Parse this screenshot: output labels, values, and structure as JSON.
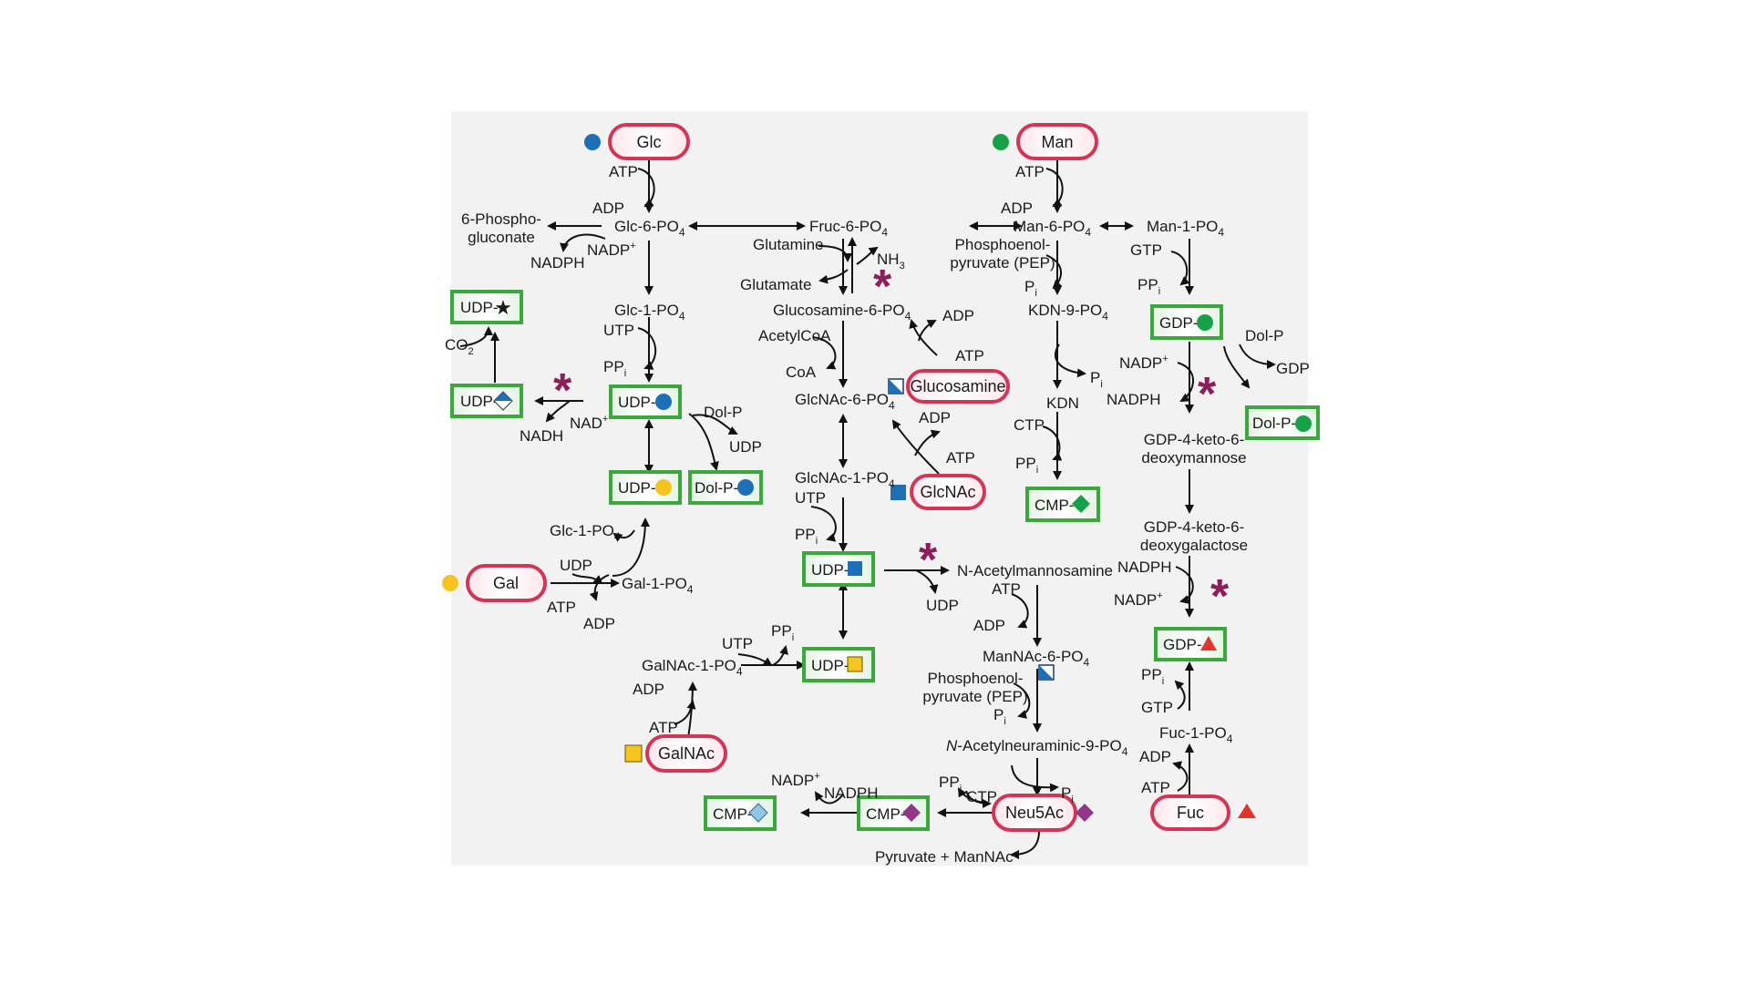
{
  "colors": {
    "background": "#f2f2f2",
    "free_sugar_border": "#d63454",
    "activated_sugar_border": "#3aa83a",
    "regulation_star": "#8a1f5a",
    "glc_blue": "#1d6fb8",
    "man_green": "#17a24a",
    "gal_yellow": "#f5c41e",
    "fuc_red": "#e3342b",
    "neu5ac_purple": "#92368a",
    "kdn_green": "#17a24a",
    "neu5gc_lightblue": "#8fc6e8",
    "xyl_orange": "#ef7f21"
  },
  "free_sugars": {
    "glc": "Glc",
    "man": "Man",
    "gal": "Gal",
    "glcnac": "GlcNAc",
    "glucosamine": "Glucosamine",
    "galnac": "GalNAc",
    "neu5ac": "Neu5Ac",
    "fuc": "Fuc"
  },
  "activated_sugars": {
    "udp_xyl": "UDP-",
    "udp_glca": "UDP-",
    "udp_glc": "UDP-",
    "udp_gal": "UDP-",
    "dolp_glc": "Dol-P-",
    "udp_glcnac": "UDP-",
    "udp_galnac": "UDP-",
    "gdp_man": "GDP-",
    "dolp_man": "Dol-P-",
    "cmp_kdn": "CMP-",
    "gdp_fuc": "GDP-",
    "cmp_neu5ac": "CMP-",
    "cmp_neu5gc": "CMP-"
  },
  "metabolites": {
    "glc6p": "Glc-6-PO",
    "fruc6p": "Fruc-6-PO",
    "man6p": "Man-6-PO",
    "man1p": "Man-1-PO",
    "phosphogluconate_1": "6-Phospho-",
    "phosphogluconate_2": "gluconate",
    "glc1p": "Glc-1-PO",
    "glucosamine6p": "Glucosamine-6-PO",
    "glcnac6p": "GlcNAc-6-PO",
    "glcnac1p": "GlcNAc-1-PO",
    "kdn9p": "KDN-9-PO",
    "kdn": "KDN",
    "gdp_keto_man_1": "GDP-4-keto-6-",
    "gdp_keto_man_2": "deoxymannose",
    "gdp_keto_gal_1": "GDP-4-keto-6-",
    "gdp_keto_gal_2": "deoxygalactose",
    "glc1p_gal": "Glc-1-PO",
    "gal1p": "Gal-1-PO",
    "n_acetylmannosamine": "N-Acetylmannosamine",
    "mannac6p": "ManNAc-6-PO",
    "galnac1p": "GalNAc-1-PO",
    "fuc1p": "Fuc-1-PO",
    "neu9p_prefix": "N",
    "neu9p_rest": "-Acetylneuraminic-9-PO",
    "pyruvate_mannac": "Pyruvate + ManNAc",
    "pep1_1": "Phosphoenol-",
    "pep1_2": "pyruvate (PEP)",
    "pep2_1": "Phosphoenol-",
    "pep2_2": "pyruvate (PEP)",
    "subscript_4": "4",
    "subscript_3": "3",
    "subscript_2": "2",
    "subscript_i": "i"
  },
  "cofactors": {
    "atp": "ATP",
    "adp": "ADP",
    "utp": "UTP",
    "ctp": "CTP",
    "gtp": "GTP",
    "pp": "PP",
    "p": "P",
    "nadp_plus": "NADP",
    "nadph": "NADPH",
    "nad_plus": "NAD",
    "nadh": "NADH",
    "plus": "+",
    "glutamine": "Glutamine",
    "glutamate": "Glutamate",
    "nh": "NH",
    "acetylcoa": "AcetylCoA",
    "coa": "CoA",
    "dolp": "Dol-P",
    "udp": "UDP",
    "gdp": "GDP",
    "co": "CO"
  },
  "regulation_mark": "*"
}
